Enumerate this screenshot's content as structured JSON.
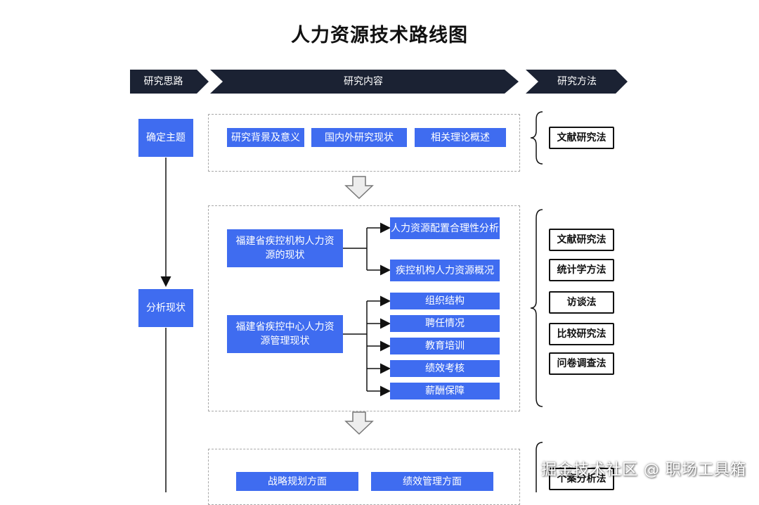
{
  "title": "人力资源技术路线图",
  "header": {
    "col1": "研究思路",
    "col2": "研究内容",
    "col3": "研究方法"
  },
  "stages": {
    "s1": "确定主题",
    "s2": "分析现状"
  },
  "section1": {
    "items": [
      "研究背景及意义",
      "国内外研究现状",
      "相关理论概述"
    ],
    "method": "文献研究法"
  },
  "section2": {
    "groupA": {
      "title": "福建省疾控机构人力资源的现状",
      "items": [
        "人力资源配置合理性分析",
        "疾控机构人力资源概况"
      ]
    },
    "groupB": {
      "title": "福建省疾控中心人力资源管理现状",
      "items": [
        "组织结构",
        "聘任情况",
        "教育培训",
        "绩效考核",
        "薪酬保障"
      ]
    },
    "methods": [
      "文献研究法",
      "统计学方法",
      "访谈法",
      "比较研究法",
      "问卷调查法"
    ]
  },
  "section3": {
    "items": [
      "战略规划方面",
      "绩效管理方面"
    ],
    "method": "个案分析法"
  },
  "watermark": "掘金技术社区 @ 职场工具箱",
  "colors": {
    "navy": "#1b2233",
    "blue": "#3f6cf0",
    "dash": "#a8a8a8"
  }
}
